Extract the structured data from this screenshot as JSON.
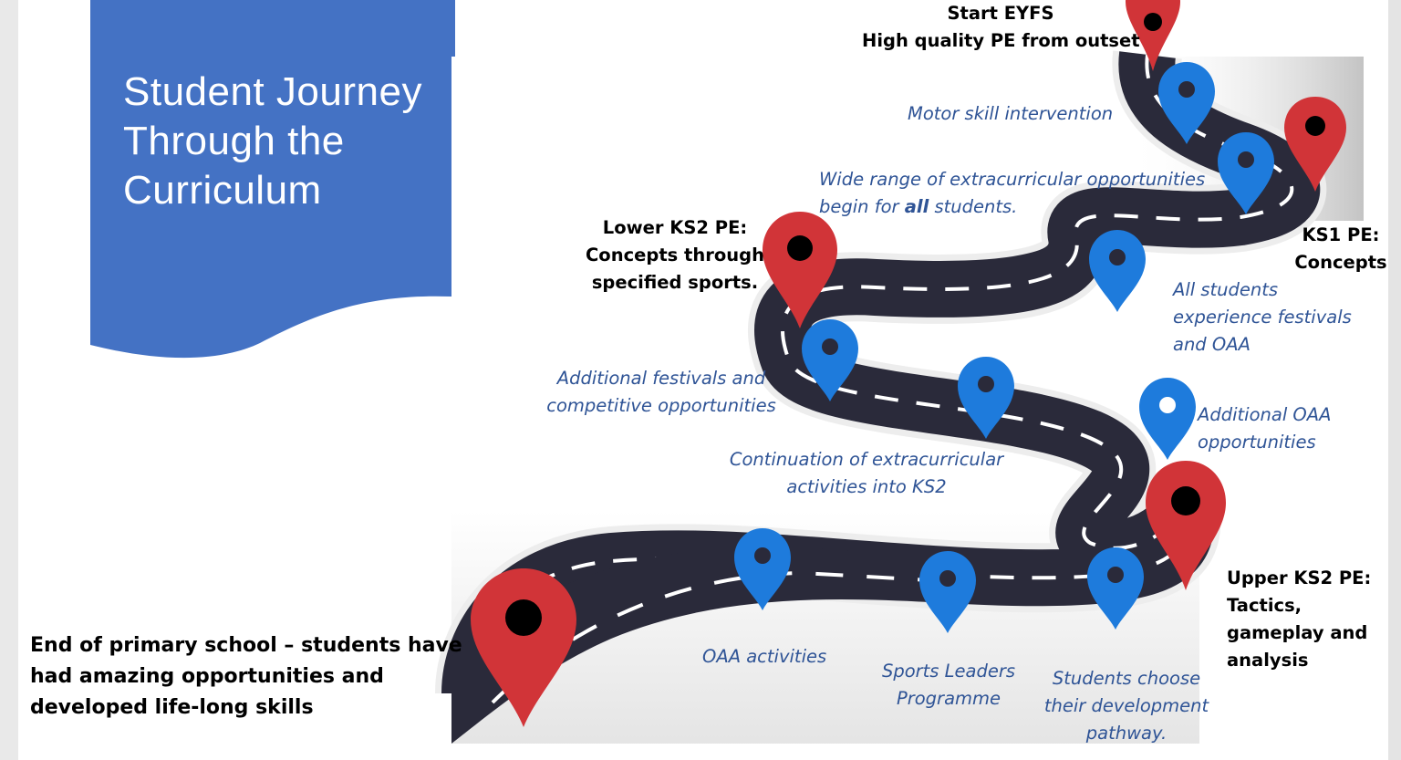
{
  "title": {
    "line1": "Student Journey",
    "line2": "Through the",
    "line3": "Curriculum"
  },
  "milestones": {
    "start_line1": "Start EYFS",
    "start_line2": "High quality PE from outset",
    "ks1_line1": "KS1 PE:",
    "ks1_line2": "Concepts",
    "lower_ks2_line1": "Lower KS2 PE:",
    "lower_ks2_line2": "Concepts through",
    "lower_ks2_line3": "specified sports.",
    "upper_ks2_line1": "Upper KS2 PE:",
    "upper_ks2_line2": "Tactics,",
    "upper_ks2_line3": "gameplay and",
    "upper_ks2_line4": "analysis",
    "end_line1": "End of primary school – students have",
    "end_line2": "had amazing opportunities and",
    "end_line3": "developed life-long skills"
  },
  "activities": {
    "motor": "Motor skill intervention",
    "wide_line1": "Wide range of extracurricular opportunities",
    "wide_line2_pre": "begin for ",
    "wide_line2_bold": "all",
    "wide_line2_post": " students.",
    "festivals_line1": "All students",
    "festivals_line2": "experience festivals",
    "festivals_line3": "and OAA",
    "additional_line1": "Additional festivals and",
    "additional_line2": "competitive opportunities",
    "add_oaa_line1": "Additional OAA",
    "add_oaa_line2": "opportunities",
    "continuation_line1": "Continuation of extracurricular",
    "continuation_line2": "activities into KS2",
    "oaa": "OAA activities",
    "leaders_line1": "Sports Leaders",
    "leaders_line2": "Programme",
    "choose_line1": "Students choose",
    "choose_line2": "their development",
    "choose_line3": "pathway."
  },
  "colors": {
    "title_panel": "#4472c4",
    "road": "#2a2a3a",
    "milestone_pin": "#d13438",
    "activity_pin": "#1e7bdc",
    "activity_text": "#2f5496",
    "milestone_text": "#000000"
  },
  "icons": {
    "milestone": "map-pin-red-icon",
    "activity": "map-pin-blue-icon"
  }
}
